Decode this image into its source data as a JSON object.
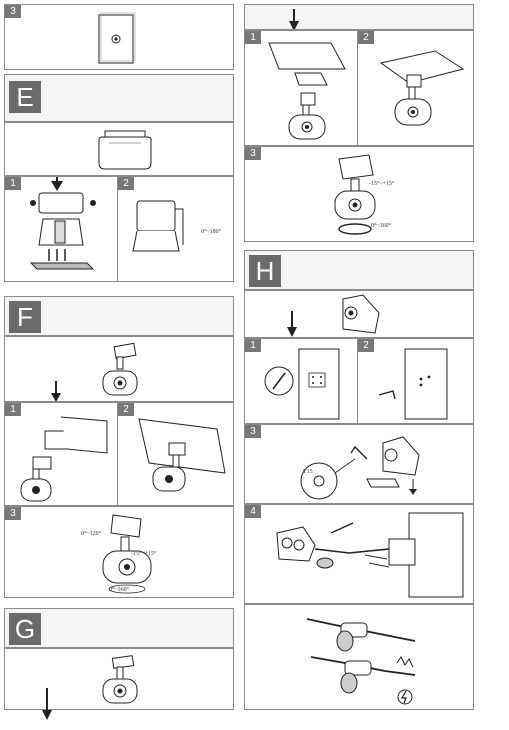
{
  "sections": {
    "E": "E",
    "F": "F",
    "G": "G",
    "H": "H"
  },
  "steps": {
    "top_left": "3",
    "e1": "1",
    "e2": "2",
    "f1": "1",
    "f2": "2",
    "f3": "3",
    "r1": "1",
    "r2": "2",
    "r3": "3",
    "h1": "1",
    "h2": "2",
    "h3": "3",
    "h4": "4"
  },
  "annotations": {
    "e2_rotation": "0°~180°",
    "f3_tilt": "0°~120°",
    "f3_swivel": "-15°~+15°",
    "f3_rotate": "0°~360°",
    "r3_swivel": "-15°~+15°",
    "r3_rotate": "0°~360°",
    "h3_tool": "T15"
  },
  "colors": {
    "border": "#8a8a8a",
    "badge": "#6b6b6b",
    "step_badge": "#777777",
    "line": "#222222"
  }
}
